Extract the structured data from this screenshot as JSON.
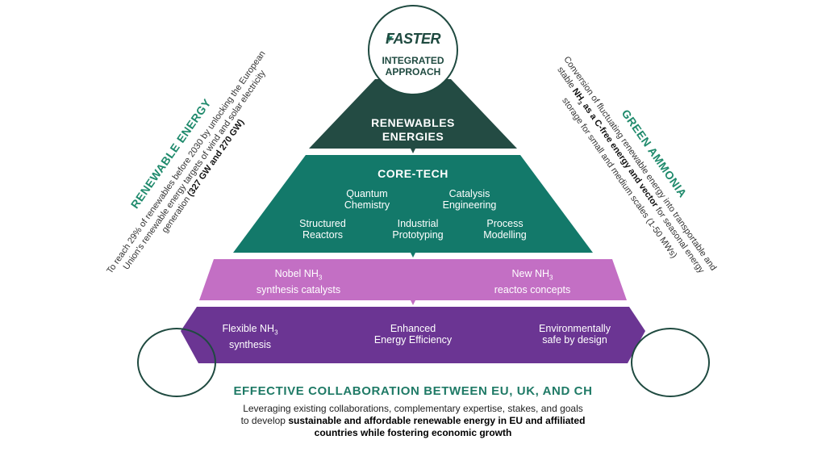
{
  "logo": {
    "brand": "FASTER",
    "subtitle_line1": "INTEGRATED",
    "subtitle_line2": "APPROACH"
  },
  "layers": {
    "renewables": {
      "line1": "RENEWABLES",
      "line2": "ENERGIES"
    },
    "core_tech": {
      "title": "CORE-TECH",
      "items": [
        {
          "line1": "Quantum",
          "line2": "Chemistry"
        },
        {
          "line1": "Catalysis",
          "line2": "Engineering"
        },
        {
          "line1": "Structured",
          "line2": "Reactors"
        },
        {
          "line1": "Industrial",
          "line2": "Prototyping"
        },
        {
          "line1": "Process",
          "line2": "Modelling"
        }
      ]
    },
    "catalysts": {
      "left_line1": "Nobel NH",
      "left_sub": "3",
      "left_line2": "synthesis catalysts",
      "right_line1": "New NH",
      "right_sub": "3",
      "right_line2": "reactos concepts"
    },
    "benefits": {
      "left_line1": "Flexible NH",
      "left_sub": "3",
      "left_line2": "synthesis",
      "mid_line1": "Enhanced",
      "mid_line2": "Energy Efficiency",
      "right_line1": "Environmentally",
      "right_line2": "safe by design"
    }
  },
  "left_side": {
    "title": "RENEWABLE ENERGY",
    "line1": "To reach 29% of renewables before 2030 by unlocking the European",
    "line2": "Union's renewable energy targets of wind and solar electricity",
    "line3_plain": "generation ",
    "line3_bold": "(327 GW and 270 GW)"
  },
  "right_side": {
    "title": "GREEN AMMONIA",
    "line1": "Conversion of fluctuating renewable energy into transportable and",
    "line2_pre": "stable ",
    "line2_bold": "NH",
    "line2_sub": "3",
    "line2_bold2": " as a C-free energy and vector",
    "line2_post": " for seasonal energy",
    "line3": "storage for small and medium scales (1-50 MWs)"
  },
  "collaboration": {
    "title": "EFFECTIVE COLLABORATION BETWEEN EU, UK, AND CH",
    "line1": "Leveraging existing collaborations, complementary expertise, stakes, and goals",
    "line2_plain": "to develop ",
    "line2_bold": "sustainable and affordable renewable energy in EU and affiliated",
    "line3_bold": "countries while fostering economic growth"
  },
  "colors": {
    "dark_green": "#234b43",
    "teal_green": "#13796a",
    "light_purple": "#c36fc4",
    "dark_purple": "#6b3593",
    "accent_green": "#1f8a6c"
  }
}
